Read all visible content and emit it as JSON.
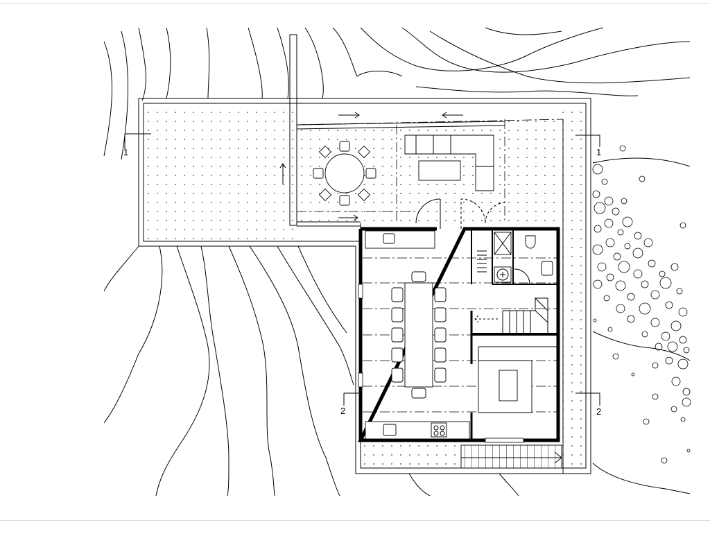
{
  "section_markers": [
    {
      "id": "section-1-left",
      "label": "1"
    },
    {
      "id": "section-1-right",
      "label": "1"
    },
    {
      "id": "section-2-left",
      "label": "2"
    },
    {
      "id": "section-2-right",
      "label": "2"
    }
  ],
  "colors": {
    "line": "#000000",
    "frame": "#d9d9d9",
    "background": "#ffffff"
  }
}
